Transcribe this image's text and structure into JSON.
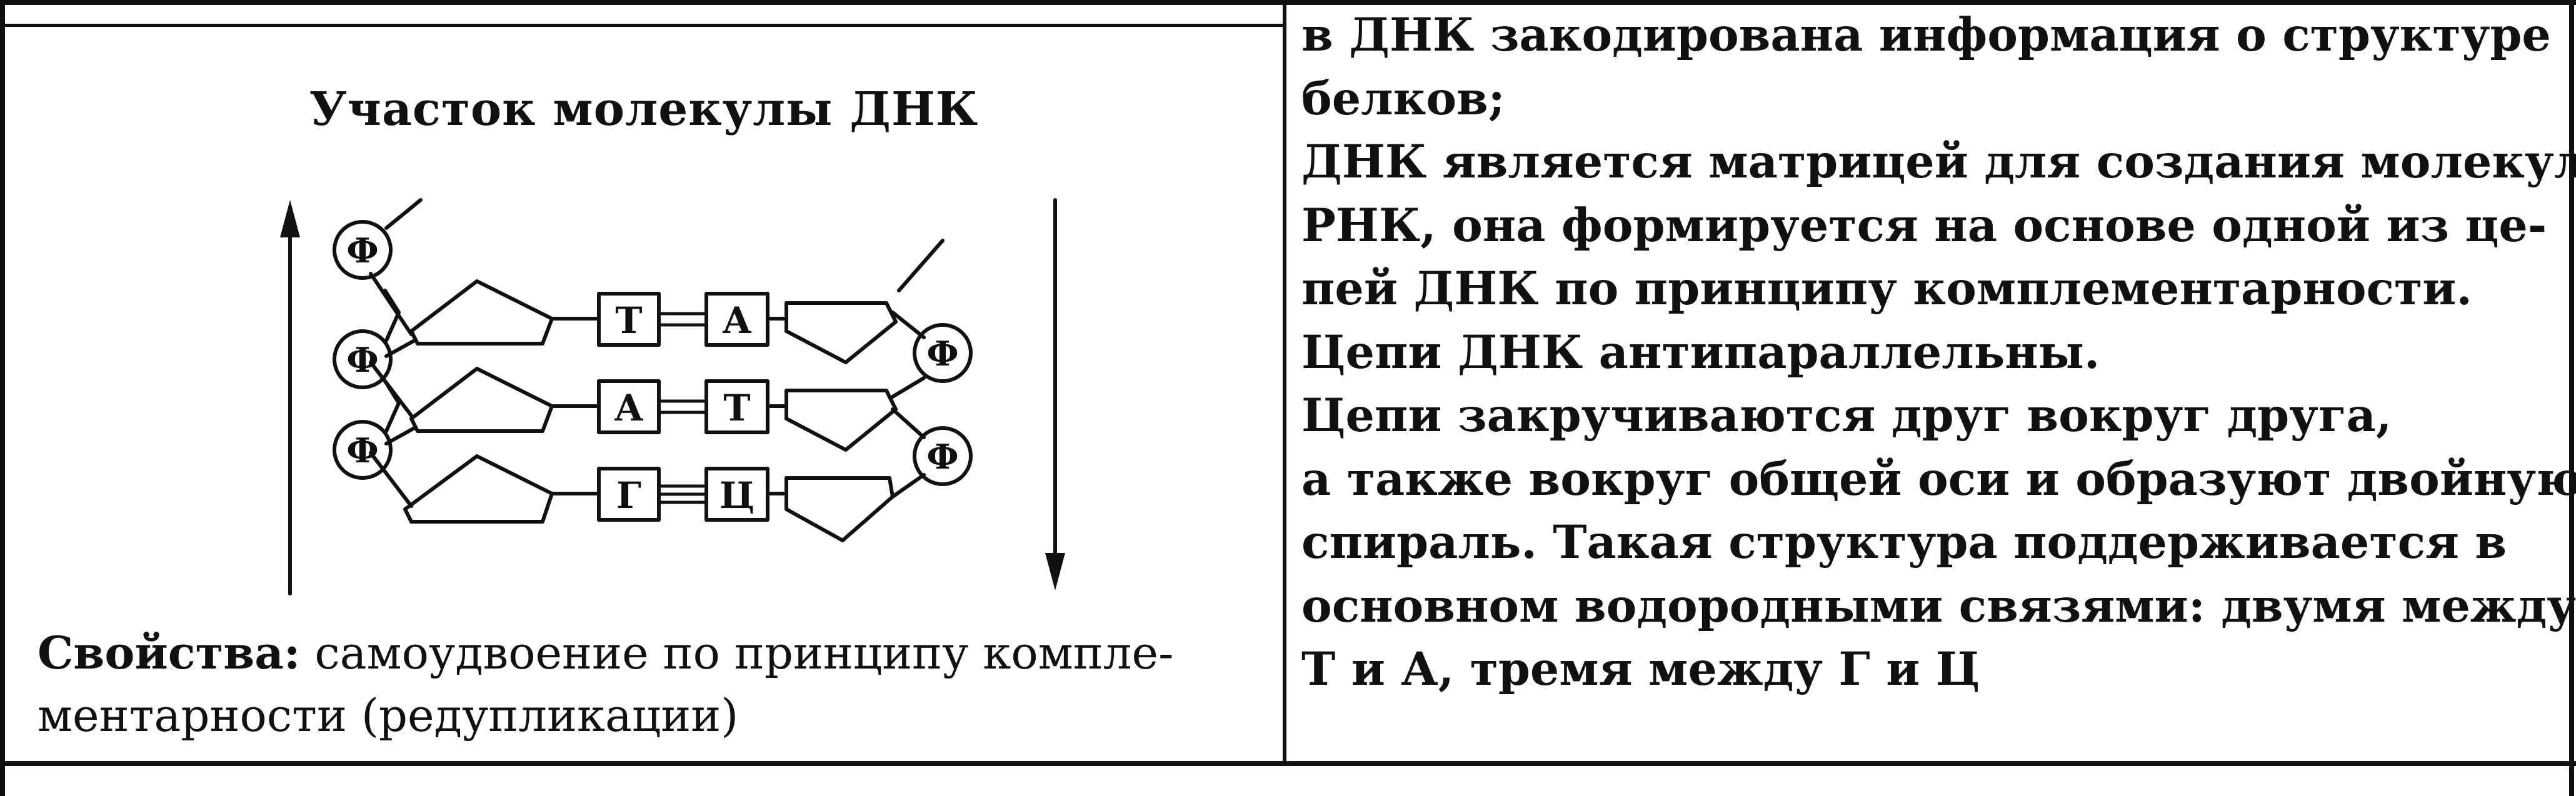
{
  "left_cell": {
    "title": "Участок молекулы ДНК",
    "diagram": {
      "phosphate_label": "Ф",
      "pairs": [
        {
          "left": "Т",
          "right": "А",
          "bonds": "double"
        },
        {
          "left": "А",
          "right": "Т",
          "bonds": "double"
        },
        {
          "left": "Г",
          "right": "Ц",
          "bonds": "triple"
        }
      ]
    },
    "properties": {
      "label": "Свойства:",
      "line1": " самоудвоение по принципу компле-",
      "line2": "ментарности (редупликации)"
    }
  },
  "right_cell": {
    "lines": [
      "в ДНК закодирована информация о структуре",
      "белков;",
      "ДНК является матрицей для создания молекул",
      "РНК, она формируется на основе одной из це-",
      "пей ДНК по принципу комплементарности.",
      "Цепи ДНК антипараллельны.",
      "Цепи закручиваются друг вокруг друга,",
      "а также вокруг общей оси и образуют двойную",
      "спираль. Такая структура поддерживается в",
      "основном водородными связями: двумя между",
      "Т и А, тремя между Г и Ц"
    ]
  }
}
